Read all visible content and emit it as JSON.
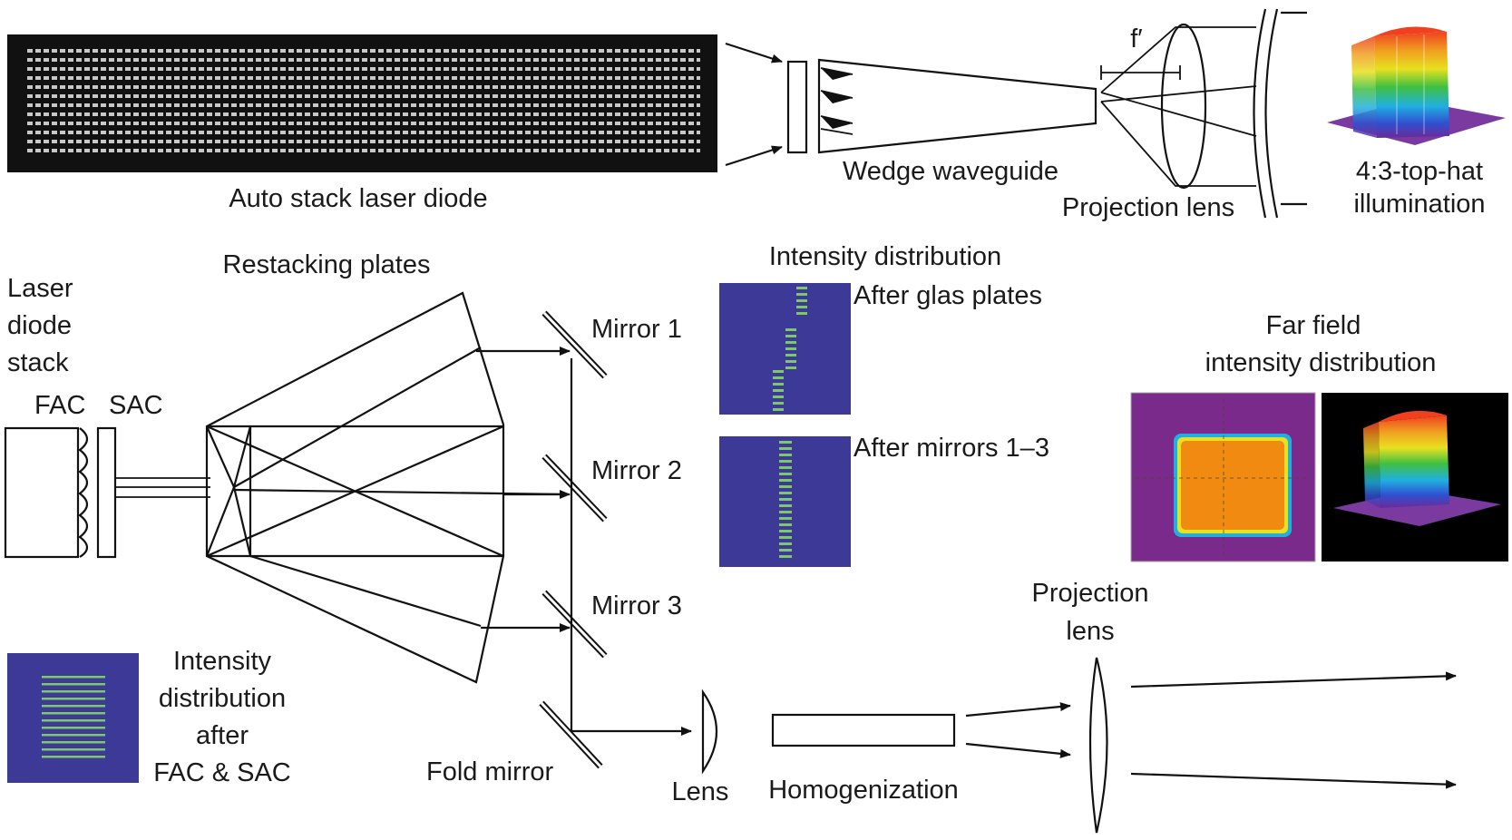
{
  "top": {
    "laser_image_label": "Auto stack laser diode",
    "wedge_label": "Wedge waveguide",
    "focal_label": "f′",
    "projection_lens_label": "Projection lens",
    "tophat_label_line1": "4:3-top-hat",
    "tophat_label_line2": "illumination"
  },
  "bottom": {
    "laser_stack_line1": "Laser",
    "laser_stack_line2": "diode",
    "laser_stack_line3": "stack",
    "fac_label": "FAC",
    "sac_label": "SAC",
    "restacking_label": "Restacking plates",
    "mirror1_label": "Mirror 1",
    "mirror2_label": "Mirror 2",
    "mirror3_label": "Mirror 3",
    "fold_mirror_label": "Fold mirror",
    "lens_label": "Lens",
    "homogenization_label": "Homogenization",
    "projection_lens_line1": "Projection",
    "projection_lens_line2": "lens",
    "intensity_title": "Intensity distribution",
    "after_glas_label": "After glas plates",
    "after_mirrors_label": "After mirrors 1–3",
    "farfield_line1": "Far field",
    "farfield_line2": "intensity distribution",
    "inset_line1": "Intensity",
    "inset_line2": "distribution",
    "inset_line3": "after",
    "inset_line4": "FAC & SAC"
  },
  "colors": {
    "plot_bg": "#3c3a96",
    "stripe": "#7ec86a",
    "farfield_bg": "#7a2a8a",
    "farfield_fill": "#f08a10",
    "laser_bg": "#111111"
  }
}
